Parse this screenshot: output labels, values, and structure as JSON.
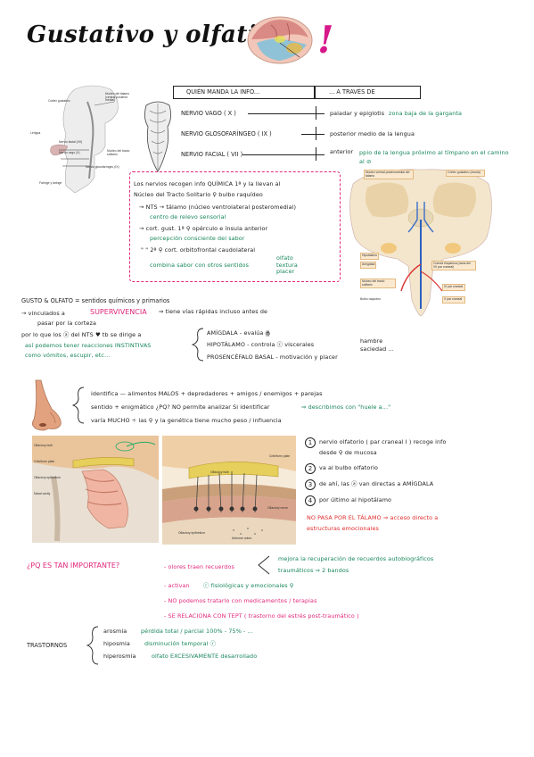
{
  "title": "Gustativo y olfativo",
  "exclaim": "!",
  "table": {
    "col1": "QUIÉN MANDA LA INFO...",
    "col2": "... A TRAVÉS DE",
    "rows": [
      {
        "nerve": "NERVIO VAGO ( X )",
        "plain": "paladar y epiglotis",
        "accent": "zona baja de la garganta"
      },
      {
        "nerve": "NERVIO GLOSOFARÍNGEO ( IX )",
        "plain": "posterior medio de la lengua",
        "accent": ""
      },
      {
        "nerve": "NERVIO FACIAL ( VII )",
        "plain": "anterior",
        "accent": "ppio de la lengua próximo al tímpano en el camino al ⊘"
      }
    ]
  },
  "fig_taste": {
    "labels": [
      "Córtex gustativo",
      "Núcleo del tálamo (ventral posterior medial)",
      "Lengua",
      "Nervio facial (VII)",
      "Nervio vago (X)",
      "Faringe y laringe",
      "Nervio glosofaríngeo (IX)",
      "Núcleo del tracto solitario"
    ]
  },
  "fig_brain_section": {
    "labels": [
      "Núcleo ventral posteromedial del tálamo",
      "Córtex gustativo (ínsula)",
      "Hipotálamo",
      "Amígdala",
      "Cuerda timpánica (rama del VII par craneal)",
      "IX par craneal",
      "X par craneal",
      "Núcleo del tracto solitario",
      "Bulbo raquídeo"
    ]
  },
  "nts_block": {
    "line1": "Los nervios recogen info QUÍMICA 1ª y la llevan al",
    "line2": "Núcleo del Tracto Solitario ⚲ bulbo raquídeo",
    "b1": "→ NTS → tálamo (núcleo ventrolateral posteromedial)",
    "b1g": "centro de relevo sensorial",
    "b2": "→ cort. gust. 1ª ⚲ opérculo e ínsula anterior",
    "b2g": "percepción consciente del sabor",
    "b3": "\" \" 2ª ⚲ cort. orbitofrontal caudolateral",
    "b3g": "combina sabor con otros sentidos",
    "b3g2": "olfato textura placer"
  },
  "gusto_block": {
    "l1": "GUSTO & OLFATO = sentidos químicos y primarios",
    "l2a": "→ vinculados a",
    "l2b": "SUPERVIVENCIA",
    "l2c": "⇒ tiene vías rápidas incluso antes de",
    "l3": "pasar por la corteza",
    "l4": "por lo que los ⓐ del NTS ♥ tb se dirige a",
    "l5": "así podemos tener reacciones INSTINTIVAS",
    "l6": "como vómitos, escupir, etc...",
    "t1": "AMÍGDALA - evalúa ꙮ",
    "t2": "HIPOTÁLAMO - controla ⓒ viscerales",
    "t2b": "hambre saciedad ...",
    "t3": "PROSENCÉFALO BASAL - motivación y placer"
  },
  "nose_block": {
    "l1": "identifica — alimentos MALOS + depredadores + amigos / enemigos + parejas",
    "l2a": "sentido + enigmático ¿PQ? NO permite analizar Si identificar",
    "l2b": "⇒ describimos con \"huele a...\"",
    "l3": "varía MUCHO ÷ las ⚲ y la genética tiene mucho peso / influencia"
  },
  "fig_olf_left": {
    "labels": [
      "Olfactory bulb",
      "Cribriform plate",
      "Olfactory epithelium",
      "Nasal cavity"
    ]
  },
  "fig_olf_right": {
    "labels": [
      "Olfactory bulb",
      "Cribriform plate",
      "Olfactory nerve",
      "Olfactory epithelium",
      "Airborne odors"
    ]
  },
  "steps": [
    {
      "n": "1",
      "l1": "nervio olfatorio ( par craneal I ) recoge info",
      "l2": "desde ⚲ de mucosa"
    },
    {
      "n": "2",
      "l1": "va al bulbo olfatorio",
      "l2": ""
    },
    {
      "n": "3",
      "l1": "de ahí, las ⓐ van directas a AMÍGDALA",
      "l2": ""
    },
    {
      "n": "4",
      "l1": "por último al hipotálamo",
      "l2": ""
    }
  ],
  "no_talamo": {
    "l1": "NO PASA POR EL TÁLAMO ⇒ acceso directo a",
    "l2": "estructuras emocionales"
  },
  "importante": {
    "q": "¿PQ ES TAN IMPORTANTE?",
    "a1": "- olores traen recuerdos",
    "a1g1": "mejora la recuperación de recuerdos autobiográficos",
    "a1g2": "traumáticos ⇒ 2 bandos",
    "a2a": "- activan",
    "a2b": "ⓡ fisiológicas y emocionales ⚲",
    "a3": "- NO podemos tratarlo con medicamentos / terapias",
    "a4": "- SE RELACIONA CON TEPT ( trastorno del estrés post-traumático )"
  },
  "trastornos": {
    "label": "TRASTORNOS",
    "items": [
      {
        "term": "arosmia",
        "desc": "pérdida total / parcial 100% - 75% - ..."
      },
      {
        "term": "hiposmia",
        "desc": "disminución temporal ⓡ"
      },
      {
        "term": "hiperosmia",
        "desc": "olfato EXCESIVAMENTE desarrollado"
      }
    ]
  }
}
